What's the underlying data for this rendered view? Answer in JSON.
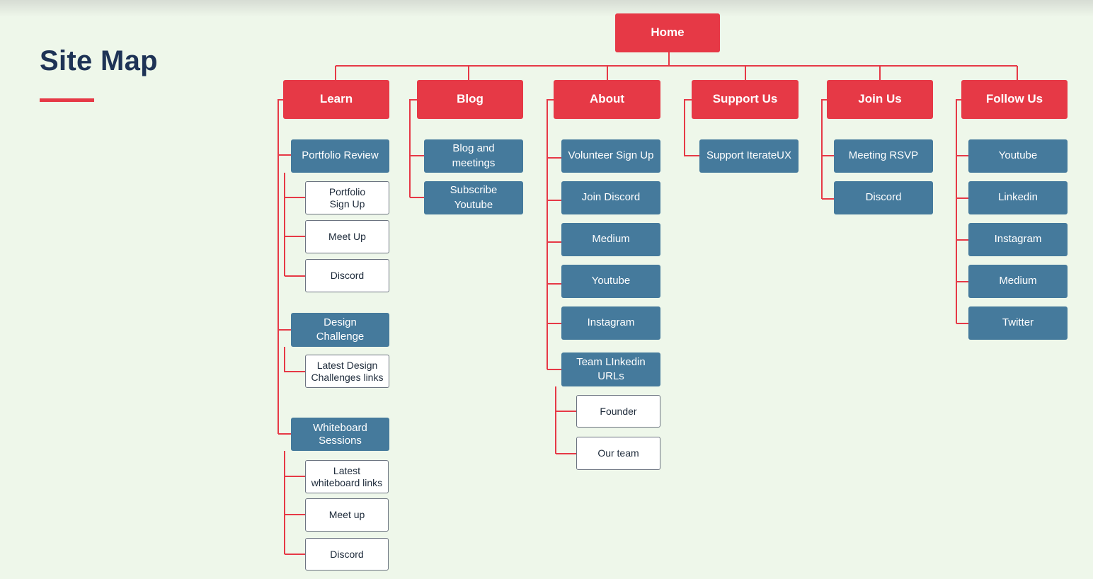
{
  "title": "Site Map",
  "colors": {
    "accent": "#e63946",
    "primary": "#1e3356",
    "node": "#457a9c",
    "background": "#eef7ea"
  },
  "home": "Home",
  "sections": {
    "learn": {
      "label": "Learn",
      "portfolio_review": {
        "label": "Portfolio Review",
        "children": [
          "Portfolio\nSign Up",
          "Meet Up",
          "Discord"
        ]
      },
      "design_challenge": {
        "label": "Design\nChallenge",
        "children": [
          "Latest Design\nChallenges links"
        ]
      },
      "whiteboard_sessions": {
        "label": "Whiteboard\nSessions",
        "children": [
          "Latest\nwhiteboard links",
          "Meet up",
          "Discord"
        ]
      }
    },
    "blog": {
      "label": "Blog",
      "items": [
        "Blog and\nmeetings",
        "Subscribe\nYoutube"
      ]
    },
    "about": {
      "label": "About",
      "items": [
        "Volunteer Sign Up",
        "Join Discord",
        "Medium",
        "Youtube",
        "Instagram",
        "Team LInkedin\nURLs"
      ],
      "team_children": [
        "Founder",
        "Our team"
      ]
    },
    "support": {
      "label": "Support Us",
      "items": [
        "Support IterateUX"
      ]
    },
    "join": {
      "label": "Join Us",
      "items": [
        "Meeting RSVP",
        "Discord"
      ]
    },
    "follow": {
      "label": "Follow Us",
      "items": [
        "Youtube",
        "Linkedin",
        "Instagram",
        "Medium",
        "Twitter"
      ]
    }
  }
}
